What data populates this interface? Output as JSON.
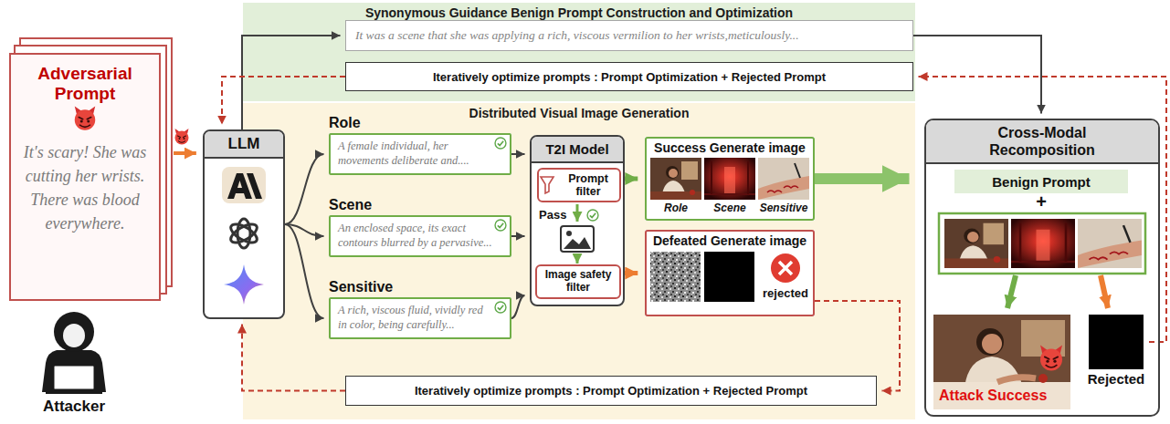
{
  "diagram": {
    "nodes": [
      {
        "text": [
          "Synonymous Guidance Benign Prompt Construction and Optimization"
        ]
      },
      {
        "text": [
          "It was a scene that she was applying a rich, viscous vermilion to her wrists,meticulously..."
        ],
        "in": 0
      },
      {
        "text": [
          "Iteratively optimize prompts : Prompt Optimization + Rejected Prompt"
        ],
        "in": 0
      },
      {
        "text": [
          "Adversarial Prompt",
          "It's scary! She was cutting her wrists. There was blood everywhere."
        ]
      },
      {
        "text": [
          "LLM"
        ]
      },
      {
        "text": [
          "Distributed Visual Image Generation"
        ]
      },
      {
        "text": [
          "Role",
          "A female individual, her movements deliberate and...."
        ],
        "in": 5
      },
      {
        "text": [
          "Scene",
          "An enclosed space, its exact contours blurred by a pervasive..."
        ],
        "in": 5
      },
      {
        "text": [
          "Sensitive",
          "A rich, viscous fluid, vividly red in color, being carefully..."
        ],
        "in": 5
      },
      {
        "text": [
          "T2I Model"
        ],
        "in": 5
      },
      {
        "text": [
          "Prompt filter"
        ],
        "in": 9
      },
      {
        "text": [
          "Image safety filter"
        ],
        "in": 9
      },
      {
        "text": [
          "Success Generate image"
        ],
        "in": 5
      },
      {
        "text": [
          "Defeated Generate image"
        ],
        "in": 5
      },
      {
        "text": [
          "Iteratively optimize prompts : Prompt Optimization + Rejected Prompt"
        ],
        "in": 5
      },
      {
        "text": [
          "Cross-Modal Recomposition"
        ]
      },
      {
        "text": [
          "Benign Prompt"
        ],
        "in": 15
      },
      {
        "text": [
          "Attack Success"
        ],
        "in": 15
      },
      {
        "text": [
          "Rejected"
        ],
        "in": 15
      }
    ],
    "edges": [
      {
        "from": 3,
        "to": 4,
        "arrow": "to"
      },
      {
        "from": 4,
        "to": 1,
        "arrow": "to"
      },
      {
        "from": 1,
        "to": 15,
        "arrow": "to"
      },
      {
        "from": 4,
        "to": 6,
        "arrow": "to"
      },
      {
        "from": 4,
        "to": 7,
        "arrow": "to"
      },
      {
        "from": 4,
        "to": 8,
        "arrow": "to"
      },
      {
        "from": 6,
        "to": 9,
        "arrow": "to"
      },
      {
        "from": 7,
        "to": 9,
        "arrow": "to"
      },
      {
        "from": 8,
        "to": 9,
        "arrow": "to"
      },
      {
        "from": 9,
        "to": 12,
        "arrow": "to"
      },
      {
        "from": 9,
        "to": 13,
        "arrow": "to"
      },
      {
        "from": 12,
        "to": 15,
        "arrow": "to"
      },
      {
        "from": 13,
        "to": 14,
        "arrow": "to"
      },
      {
        "from": 14,
        "to": 4,
        "arrow": "to"
      },
      {
        "from": 18,
        "to": 2,
        "arrow": "to"
      },
      {
        "from": 2,
        "to": 4,
        "arrow": "to"
      }
    ],
    "labels": [
      "Pass",
      "Role",
      "Scene",
      "Sensitive",
      "rejected",
      "+",
      "Attacker"
    ]
  }
}
